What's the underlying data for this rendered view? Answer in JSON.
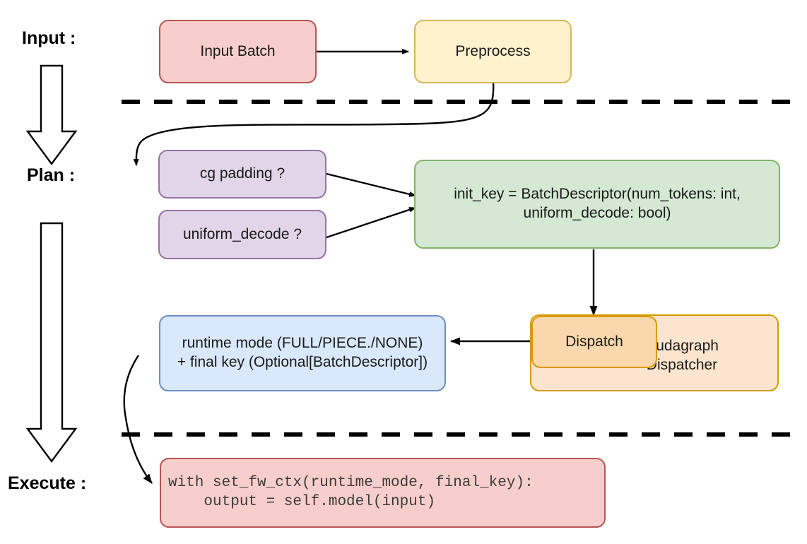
{
  "diagram": {
    "title_sections": [
      {
        "id": "input",
        "label": "Input :"
      },
      {
        "id": "plan",
        "label": "Plan :"
      },
      {
        "id": "execute",
        "label": "Execute :"
      }
    ],
    "nodes": {
      "input_batch": {
        "label": "Input Batch",
        "color": "#f8cecc",
        "border": "#b85450"
      },
      "preprocess": {
        "label": "Preprocess",
        "color": "#fff2cc",
        "border": "#d6b656"
      },
      "cg_padding": {
        "label": "cg padding ?",
        "color": "#e1d5e7",
        "border": "#9673a6"
      },
      "uniform_decode": {
        "label": "uniform_decode ?",
        "color": "#e1d5e7",
        "border": "#9673a6"
      },
      "init_key": {
        "line1": "init_key = BatchDescriptor(num_tokens: int,",
        "line2": "uniform_decode: bool)",
        "color": "#d5e8d4",
        "border": "#82b366"
      },
      "cudagraph_dispatcher": {
        "line1": "Cudagraph",
        "line2": "Dispatcher",
        "color": "#fce4ce",
        "border": "#d79b00"
      },
      "dispatch": {
        "label": "Dispatch",
        "color": "#fad7ac",
        "border": "#d79b00"
      },
      "runtime_mode": {
        "line1": "runtime mode (FULL/PIECE./NONE)",
        "line2": "+ final key (Optional[BatchDescriptor])",
        "color": "#dae8fc",
        "border": "#6c8ebf"
      },
      "execute_code": {
        "line1": "with set_fw_ctx(runtime_mode, final_key):",
        "line2": "    output = self.model(input)",
        "color": "#f8cecc",
        "border": "#b85450"
      }
    },
    "connectors": [
      {
        "id": "input-batch-to-preprocess",
        "from": "input_batch",
        "to": "preprocess",
        "style": "straight-arrow"
      },
      {
        "id": "preprocess-to-cg-padding",
        "from": "preprocess",
        "to": "cg_padding",
        "style": "curved-arrow"
      },
      {
        "id": "cg-padding-to-init-key",
        "from": "cg_padding",
        "to": "init_key",
        "style": "straight-arrow"
      },
      {
        "id": "uniform-decode-to-init-key",
        "from": "uniform_decode",
        "to": "init_key",
        "style": "straight-arrow"
      },
      {
        "id": "init-key-to-dispatch",
        "from": "init_key",
        "to": "dispatch",
        "style": "straight-arrow"
      },
      {
        "id": "dispatch-to-runtime-mode",
        "from": "dispatch",
        "to": "runtime_mode",
        "style": "straight-arrow"
      },
      {
        "id": "runtime-mode-to-execute-code",
        "from": "runtime_mode",
        "to": "execute_code",
        "style": "curved-arrow"
      }
    ],
    "dividers": [
      {
        "id": "input-plan-divider",
        "style": "dashed",
        "color": "#000000"
      },
      {
        "id": "plan-execute-divider",
        "style": "dashed",
        "color": "#000000"
      }
    ],
    "flow_arrows": [
      {
        "id": "input-to-plan-arrow",
        "direction": "down"
      },
      {
        "id": "plan-to-execute-arrow",
        "direction": "down"
      }
    ]
  }
}
